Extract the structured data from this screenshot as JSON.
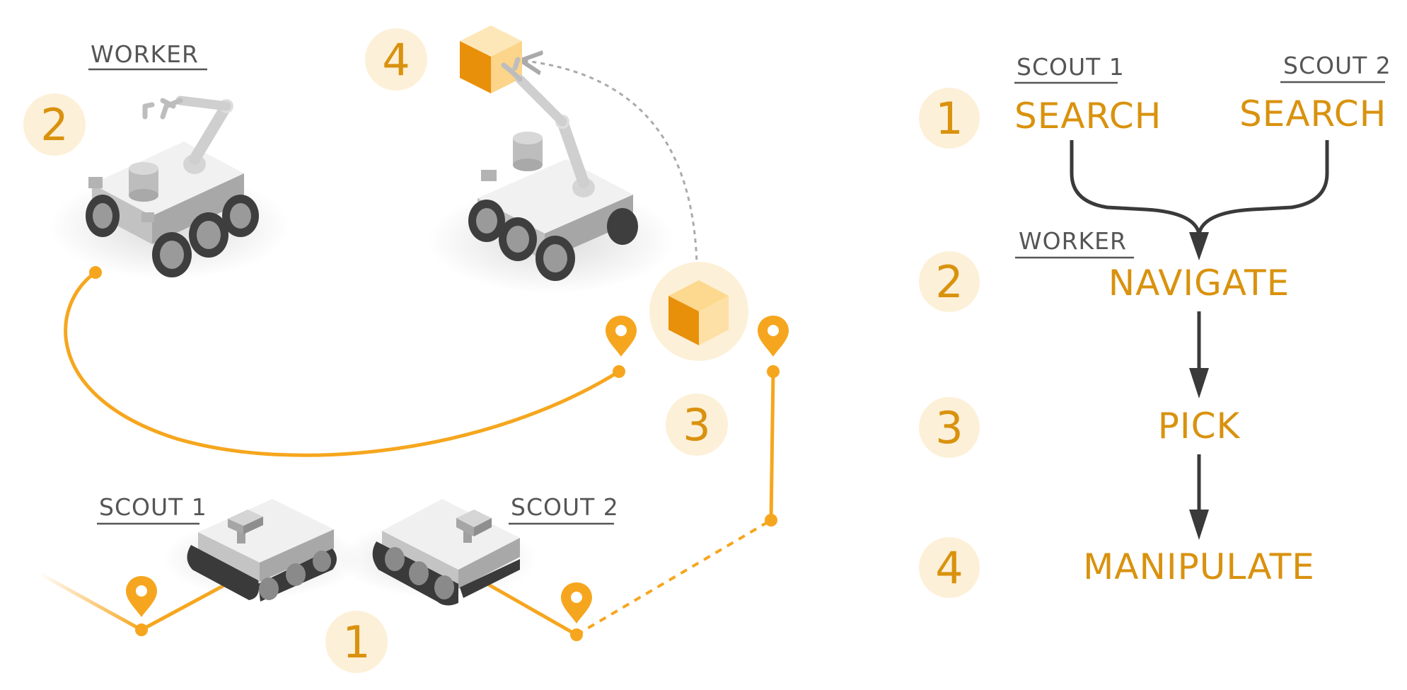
{
  "scene": {
    "worker_label": "WORKER",
    "scout1_label": "SCOUT 1",
    "scout2_label": "SCOUT 2",
    "steps": [
      "1",
      "2",
      "3",
      "4"
    ]
  },
  "flow": {
    "scout1_label": "SCOUT 1",
    "scout2_label": "SCOUT 2",
    "worker_label": "WORKER",
    "search1": "SEARCH",
    "search2": "SEARCH",
    "navigate": "NAVIGATE",
    "pick": "PICK",
    "manipulate": "MANIPULATE",
    "steps": [
      "1",
      "2",
      "3",
      "4"
    ]
  },
  "colors": {
    "accent": "#f6a61e",
    "label_orange": "#d9920e",
    "badge_fill": "#fdf0d8",
    "arrow_dark": "#3a3a3a",
    "robot_gray": "#c9c9c9"
  },
  "icons": [
    "map-pin-icon",
    "box-icon",
    "wheeled-robot-icon",
    "tracked-robot-icon",
    "robot-arm-icon"
  ]
}
